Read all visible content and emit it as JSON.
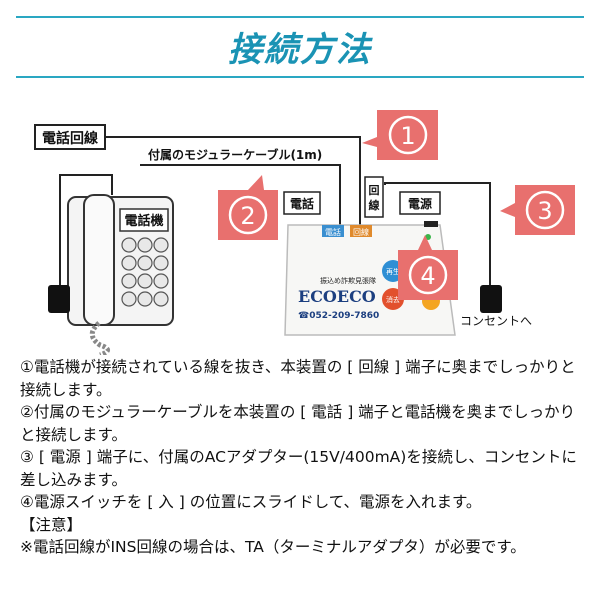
{
  "header": {
    "title": "接続方法"
  },
  "diagram": {
    "label_phone_line": "電話回線",
    "label_cable": "付属のモジュラーケーブル(1m)",
    "label_phone_port": "電話",
    "label_line_port": "回線",
    "label_power_port": "電源",
    "label_phone": "電話機",
    "label_outlet": "コンセントへ",
    "port_phone": "電話",
    "port_line": "回線",
    "btn_play": "再生",
    "btn_delete": "消去",
    "device_subtitle": "振込め詐欺見張隊",
    "device_brand": "ECOECO",
    "device_phone": "☎052-209-7860",
    "steps": [
      "1",
      "2",
      "3",
      "4"
    ]
  },
  "instructions": [
    "①電話機が接続されている線を抜き、本装置の [ 回線 ] 端子に奥までしっかりと接続します。",
    "②付属のモジュラーケーブルを本装置の [ 電話 ] 端子と電話機を奥までしっかりと接続します。",
    "③ [ 電源 ] 端子に、付属のACアダプター(15V/400mA)を接続し、コンセントに差し込みます。",
    "④電源スイッチを [ 入 ] の位置にスライドして、電源を入れます。",
    "【注意】",
    "※電話回線がINS回線の場合は、TA（ターミナルアダプタ）が必要です。"
  ],
  "colors": {
    "accent": "#1a93b4",
    "callout": "#e8706e",
    "callout_text": "#ffffff"
  }
}
